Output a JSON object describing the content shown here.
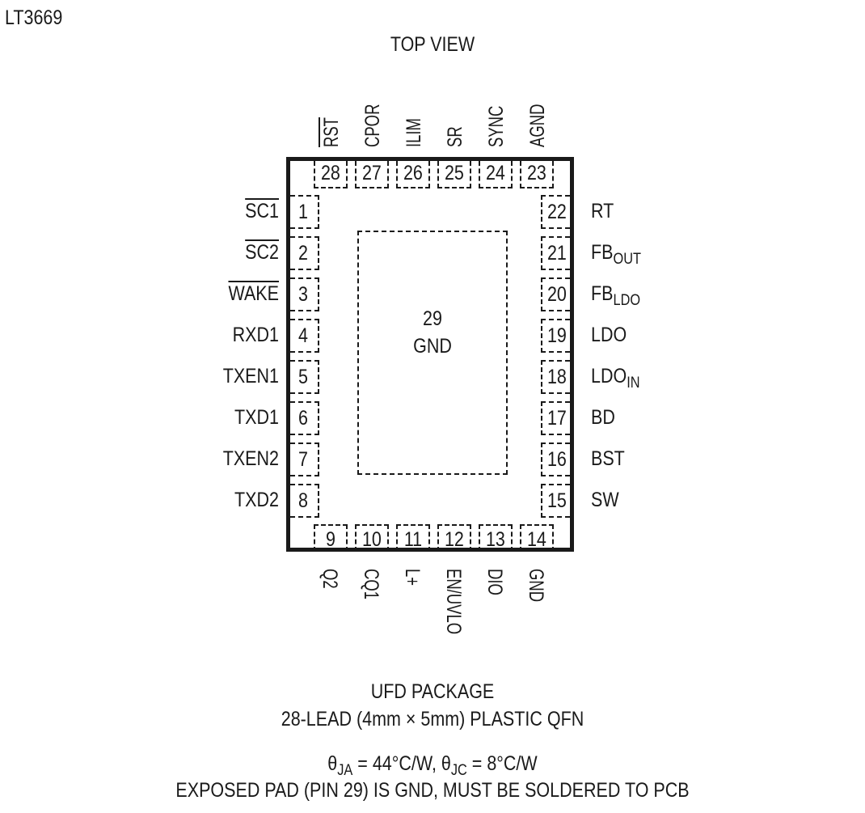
{
  "part_number": "LT3669",
  "view_title": "TOP VIEW",
  "exposed_pad": {
    "number": "29",
    "name": "GND"
  },
  "pins_left": [
    {
      "num": "1",
      "name": "SC1",
      "overbar": true
    },
    {
      "num": "2",
      "name": "SC2",
      "overbar": true
    },
    {
      "num": "3",
      "name": "WAKE",
      "overbar": true
    },
    {
      "num": "4",
      "name": "RXD1"
    },
    {
      "num": "5",
      "name": "TXEN1"
    },
    {
      "num": "6",
      "name": "TXD1"
    },
    {
      "num": "7",
      "name": "TXEN2"
    },
    {
      "num": "8",
      "name": "TXD2"
    }
  ],
  "pins_right": [
    {
      "num": "22",
      "name": "RT"
    },
    {
      "num": "21",
      "name": "FB",
      "sub": "OUT"
    },
    {
      "num": "20",
      "name": "FB",
      "sub": "LDO"
    },
    {
      "num": "19",
      "name": "LDO"
    },
    {
      "num": "18",
      "name": "LDO",
      "sub": "IN"
    },
    {
      "num": "17",
      "name": "BD"
    },
    {
      "num": "16",
      "name": "BST"
    },
    {
      "num": "15",
      "name": "SW"
    }
  ],
  "pins_top": [
    {
      "num": "28",
      "name": "RST",
      "overbar": true
    },
    {
      "num": "27",
      "name": "CPOR"
    },
    {
      "num": "26",
      "name": "ILIM"
    },
    {
      "num": "25",
      "name": "SR"
    },
    {
      "num": "24",
      "name": "SYNC"
    },
    {
      "num": "23",
      "name": "AGND"
    }
  ],
  "pins_bottom": [
    {
      "num": "9",
      "name": "Q2"
    },
    {
      "num": "10",
      "name": "CQ1"
    },
    {
      "num": "11",
      "name": "L+"
    },
    {
      "num": "12",
      "name": "EN/UVLO"
    },
    {
      "num": "13",
      "name": "DIO"
    },
    {
      "num": "14",
      "name": "GND"
    }
  ],
  "package": {
    "line1": "UFD PACKAGE",
    "line2": "28-LEAD (4mm × 5mm) PLASTIC QFN"
  },
  "thermal": {
    "theta_ja_sub": "JA",
    "theta_ja_value": " = 44°C/W, ",
    "theta_jc_sub": "JC",
    "theta_jc_value": " = 8°C/W",
    "theta_symbol": "θ"
  },
  "note": "EXPOSED PAD (PIN 29) IS GND, MUST BE SOLDERED TO PCB"
}
